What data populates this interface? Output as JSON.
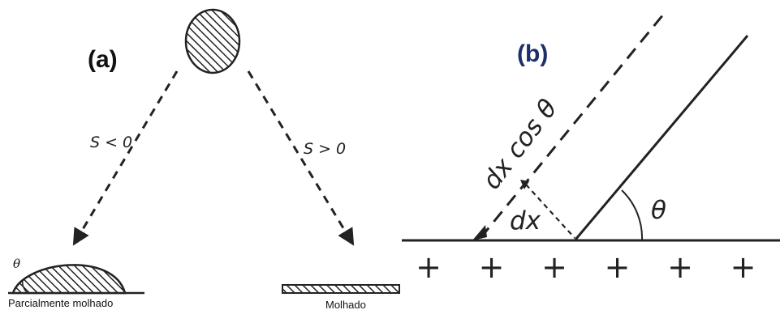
{
  "panel_a": {
    "label": "(a)",
    "left_condition": "S < 0",
    "right_condition": "S > 0",
    "left_angle_symbol": "θ",
    "left_caption": "Parcialmente molhado",
    "right_caption": "Molhado"
  },
  "panel_b": {
    "label": "(b)",
    "label_color": "#1f2f6b",
    "dashed_label": "dx cos θ",
    "dx_label": "dx",
    "angle_symbol": "θ",
    "plus_sign": "+",
    "plus_count": 6
  }
}
